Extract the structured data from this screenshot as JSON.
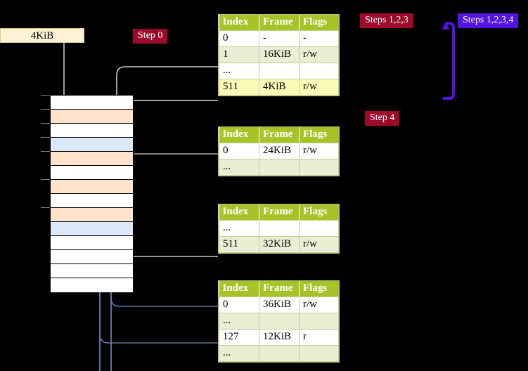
{
  "diagram": {
    "title_hidden": "",
    "size_box": {
      "label": "4KiB"
    },
    "badges": {
      "step0": "Step 0",
      "steps123": "Steps 1,2,3",
      "steps1234": "Steps 1,2,3,4",
      "step4": "Step 4"
    },
    "colors": {
      "badge_red": "#9e0b2a",
      "badge_purple": "#5414e0",
      "table_header": "#a6c327",
      "table_alt_row": "#e9eed4",
      "highlight_cell": "#fbfbb8",
      "mem_orange": "#fde3cc",
      "mem_blue": "#dbe8f7",
      "size_box_bg": "#fdf2d6",
      "arrow_gray": "#c9c9c9",
      "arrow_blue": "#7493c4",
      "background": "#000000"
    },
    "memory_column": {
      "name": "physical-memory-frames",
      "rows": [
        {
          "fill": "white"
        },
        {
          "fill": "orange"
        },
        {
          "fill": "white"
        },
        {
          "fill": "blue"
        },
        {
          "fill": "orange"
        },
        {
          "fill": "white"
        },
        {
          "fill": "orange"
        },
        {
          "fill": "white"
        },
        {
          "fill": "orange"
        },
        {
          "fill": "blue"
        },
        {
          "fill": "white"
        },
        {
          "fill": "white"
        },
        {
          "fill": "white"
        },
        {
          "fill": "white"
        }
      ]
    },
    "tables": [
      {
        "name": "page-table-level-1",
        "columns": [
          "Index",
          "Frame",
          "Flags"
        ],
        "rows": [
          {
            "style": "plain",
            "cells": [
              "0",
              "-",
              "-"
            ],
            "highlight": [
              false,
              false,
              false
            ]
          },
          {
            "style": "alt",
            "cells": [
              "1",
              "16KiB",
              "r/w"
            ],
            "highlight": [
              false,
              false,
              false
            ]
          },
          {
            "style": "plain",
            "cells": [
              "...",
              "",
              ""
            ],
            "highlight": [
              false,
              false,
              false
            ]
          },
          {
            "style": "alt",
            "cells": [
              "511",
              "4KiB",
              "r/w"
            ],
            "highlight": [
              true,
              true,
              true
            ]
          }
        ]
      },
      {
        "name": "page-table-level-2",
        "columns": [
          "Index",
          "Frame",
          "Flags"
        ],
        "rows": [
          {
            "style": "plain",
            "cells": [
              "0",
              "24KiB",
              "r/w"
            ],
            "highlight": [
              false,
              false,
              false
            ]
          },
          {
            "style": "alt",
            "cells": [
              "...",
              "",
              ""
            ],
            "highlight": [
              false,
              false,
              false
            ]
          }
        ]
      },
      {
        "name": "page-table-level-3",
        "columns": [
          "Index",
          "Frame",
          "Flags"
        ],
        "rows": [
          {
            "style": "plain",
            "cells": [
              "...",
              "",
              ""
            ],
            "highlight": [
              false,
              false,
              false
            ]
          },
          {
            "style": "alt",
            "cells": [
              "511",
              "32KiB",
              "r/w"
            ],
            "highlight": [
              false,
              false,
              false
            ]
          }
        ]
      },
      {
        "name": "page-table-level-4",
        "columns": [
          "Index",
          "Frame",
          "Flags"
        ],
        "rows": [
          {
            "style": "plain",
            "cells": [
              "0",
              "36KiB",
              "r/w"
            ],
            "highlight": [
              false,
              false,
              false
            ]
          },
          {
            "style": "alt",
            "cells": [
              "...",
              "",
              ""
            ],
            "highlight": [
              false,
              false,
              false
            ]
          },
          {
            "style": "plain",
            "cells": [
              "127",
              "12KiB",
              "r"
            ],
            "highlight": [
              false,
              false,
              false
            ]
          },
          {
            "style": "alt",
            "cells": [
              "...",
              "",
              ""
            ],
            "highlight": [
              false,
              false,
              false
            ]
          }
        ]
      }
    ]
  }
}
